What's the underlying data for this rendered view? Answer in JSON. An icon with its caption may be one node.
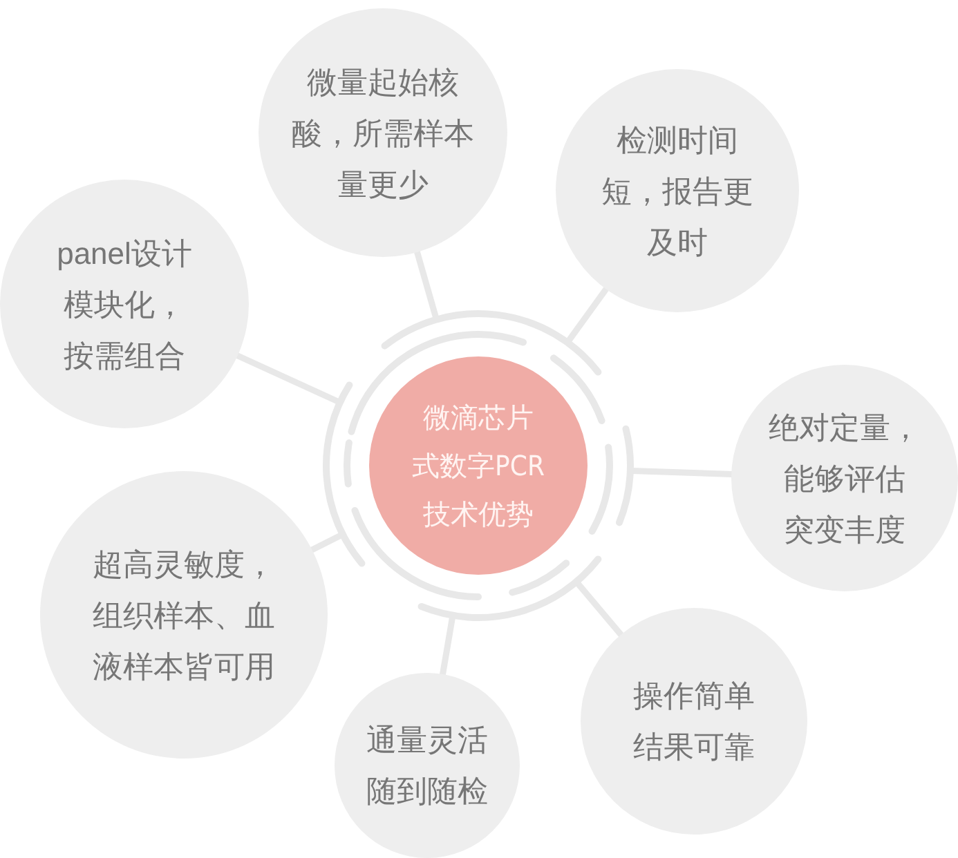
{
  "diagram": {
    "nodes": [
      {
        "text": [
          "微滴芯片式数字PCR技术优势"
        ]
      },
      {
        "text": [
          "微量起始核酸，所需样本量更少"
        ]
      },
      {
        "text": [
          "检测时间短，报告更及时"
        ]
      },
      {
        "text": [
          "绝对定量，能够评估突变丰度"
        ]
      },
      {
        "text": [
          "操作简单结果可靠"
        ]
      },
      {
        "text": [
          "通量灵活随到随检"
        ]
      },
      {
        "text": [
          "超高灵敏度，组织样本、血液样本皆可用"
        ]
      },
      {
        "text": [
          "panel设计模块化，按需组合"
        ]
      }
    ],
    "edges": [
      {
        "from": 0,
        "to": 1,
        "arrow": "none"
      },
      {
        "from": 0,
        "to": 2,
        "arrow": "none"
      },
      {
        "from": 0,
        "to": 3,
        "arrow": "none"
      },
      {
        "from": 0,
        "to": 4,
        "arrow": "none"
      },
      {
        "from": 0,
        "to": 5,
        "arrow": "none"
      },
      {
        "from": 0,
        "to": 6,
        "arrow": "none"
      },
      {
        "from": 0,
        "to": 7,
        "arrow": "none"
      }
    ]
  }
}
